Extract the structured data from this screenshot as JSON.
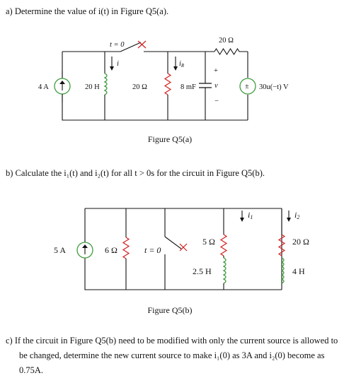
{
  "part_a": {
    "question": "a)  Determine the value of i(t) in Figure Q5(a).",
    "caption": "Figure Q5(a)",
    "labels": {
      "source": "4 A",
      "inductor": "20 H",
      "resistor_mid": "20 Ω",
      "capacitor": "8 mF",
      "resistor_top": "20 Ω",
      "switch": "t = 0",
      "current_i": "i",
      "current_ir": "i",
      "current_ir_sub": "R",
      "cap_voltage": "v",
      "cap_plus": "+",
      "cap_minus": "−",
      "vsource": "30u(−t) V"
    }
  },
  "part_b": {
    "question": "b)  Calculate the i₁(t) and i₂(t) for all t > 0s for the circuit in Figure Q5(b).",
    "caption": "Figure Q5(b)",
    "labels": {
      "source": "5 A",
      "resistor_left": "6 Ω",
      "switch": "t = 0",
      "resistor_mid": "5 Ω",
      "inductor_mid": "2.5 H",
      "resistor_right": "20 Ω",
      "inductor_right": "4 H",
      "current_i1": "i",
      "current_i1_sub": "1",
      "current_i2": "i",
      "current_i2_sub": "2"
    }
  },
  "part_c": {
    "line1": "c)  If the circuit in Figure Q5(b) need to be modified with only the current source is allowed to",
    "line2": "be changed, determine the new current source to make i₁(0) as 3A and i₂(0) become as",
    "line3": "0.75A."
  },
  "colors": {
    "resistor": "#d32020",
    "inductor": "#3f9b3f",
    "source": "#3f9b3f",
    "wire": "#111111"
  }
}
